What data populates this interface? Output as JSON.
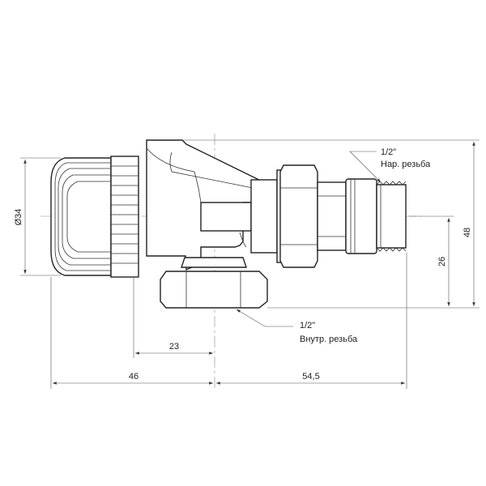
{
  "drawing": {
    "dimensions": {
      "diameter": "Ø34",
      "overall_height": "48",
      "outlet_height": "26",
      "ring_to_axis": "23",
      "left_length": "46",
      "right_length": "54,5"
    },
    "callouts": {
      "outer_thread": {
        "size": "1/2\"",
        "label": "Нар. резьба"
      },
      "inner_thread": {
        "size": "1/2\"",
        "label": "Внутр. резьба"
      }
    }
  }
}
